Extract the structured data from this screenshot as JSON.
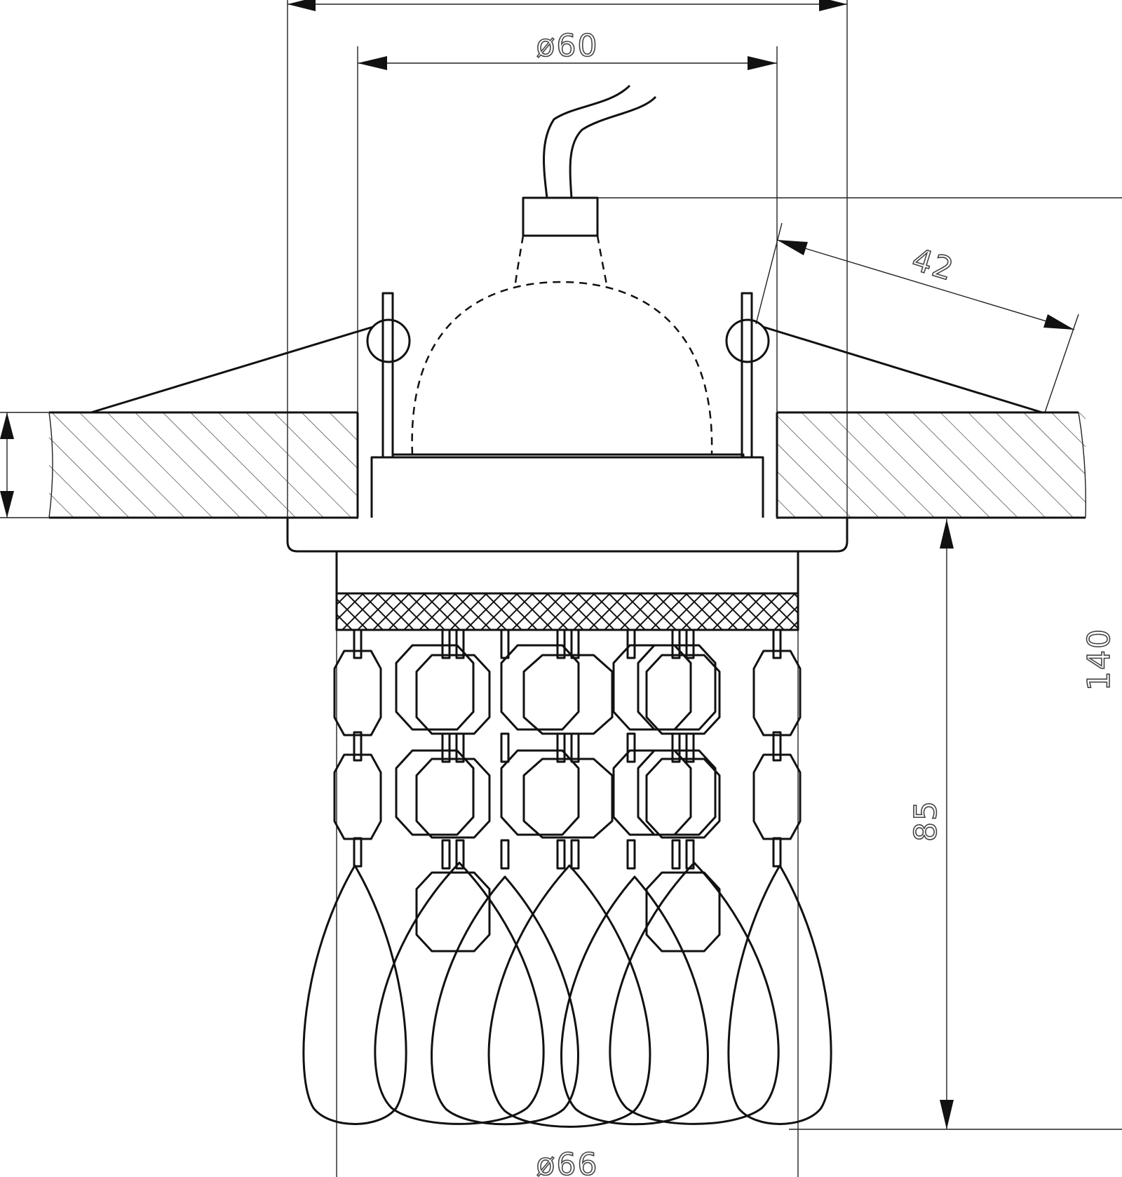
{
  "dimensions": {
    "opening_diameter": "ø60",
    "outer_diameter": "ø66",
    "spring_length": "42",
    "total_height": "140",
    "visible_height": "85"
  },
  "colors": {
    "line": "#111111",
    "dimension_text": "#444444",
    "background": "#ffffff"
  }
}
